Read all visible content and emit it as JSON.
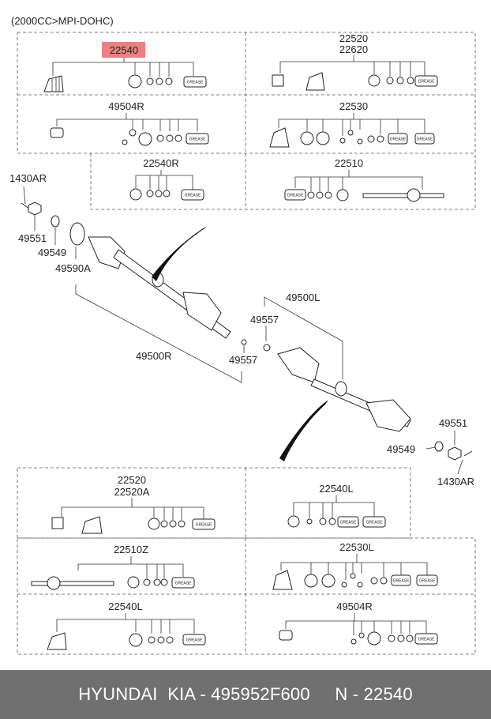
{
  "header": {
    "engine": "(2000CC>MPI-DOHC)"
  },
  "highlight": {
    "label": "22540",
    "color": "#f08080"
  },
  "kits": [
    {
      "id": "kit-22540-top",
      "labels": [
        "22540"
      ]
    },
    {
      "id": "kit-22520-top",
      "labels": [
        "22520",
        "22620"
      ]
    },
    {
      "id": "kit-49504r-top",
      "labels": [
        "49504R"
      ]
    },
    {
      "id": "kit-22530-top",
      "labels": [
        "22530"
      ]
    },
    {
      "id": "kit-22540r",
      "labels": [
        "22540R"
      ]
    },
    {
      "id": "kit-22510",
      "labels": [
        "22510"
      ]
    },
    {
      "id": "kit-22520-bottom",
      "labels": [
        "22520",
        "22520A"
      ]
    },
    {
      "id": "kit-22540l",
      "labels": [
        "22540L"
      ]
    },
    {
      "id": "kit-22510z",
      "labels": [
        "22510Z"
      ]
    },
    {
      "id": "kit-22530l",
      "labels": [
        "22530L"
      ]
    },
    {
      "id": "kit-22540l-bottom",
      "labels": [
        "22540L"
      ]
    },
    {
      "id": "kit-49504r-bottom",
      "labels": [
        "49504R"
      ]
    }
  ],
  "callouts": {
    "pin_right": "1430AR",
    "nut_right": "49551",
    "washer_right": "49549",
    "seal_right": "49590A",
    "shaft_right": "49500R",
    "ring_right": "49557",
    "shaft_left": "49500L",
    "ring_left": "49557",
    "nut_left": "49551",
    "washer_left": "49549",
    "pin_left": "1430AR"
  },
  "grease_label": "GREASE",
  "footer": {
    "text": "HYUNDAI  KIA - 495952F600     N - 22540"
  }
}
